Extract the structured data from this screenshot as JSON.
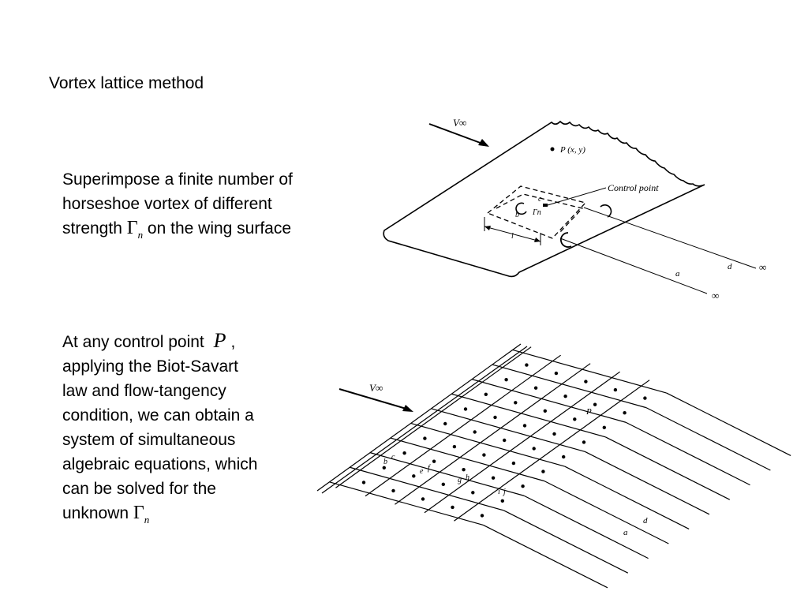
{
  "title": "Vortex lattice method",
  "para1": {
    "line1": "Superimpose a finite number of",
    "line2": "horseshoe vortex of different",
    "line3_a": "strength ",
    "gamma": "Γ",
    "sub": "n",
    "line3_b": " on the wing surface"
  },
  "para2": {
    "line1_a": "At any control point ",
    "point": "P",
    "line1_b": ",",
    "line2": "applying the Biot-Savart",
    "line3": "law and flow-tangency",
    "line4": "condition, we can obtain a",
    "line5": "system of simultaneous",
    "line6": "algebraic equations, which",
    "line7": "can be solved for the",
    "line8_a": "unknown ",
    "gamma": "Γ",
    "sub": "n"
  },
  "figure1": {
    "freestream": "V∞",
    "point": "P (x, y)",
    "control_point": "Control point",
    "c": "c",
    "b": "b",
    "gamma": "Γn",
    "l": "l",
    "a": "a",
    "d": "d",
    "inf1": "∞",
    "inf2": "∞"
  },
  "figure2": {
    "freestream": "V∞",
    "p": "P",
    "labels": [
      "c",
      "b",
      "e",
      "f",
      "g",
      "h",
      "i",
      "j"
    ],
    "d": "d",
    "a": "a"
  }
}
